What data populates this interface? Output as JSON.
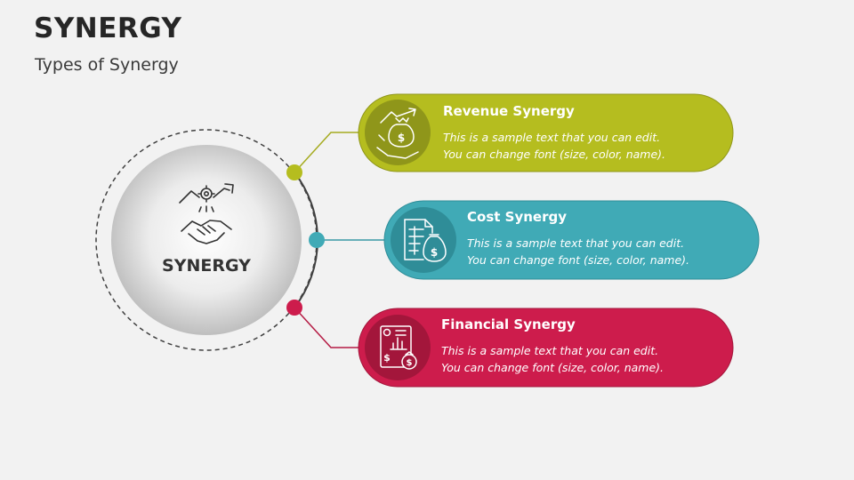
{
  "header": {
    "title": "SYNERGY",
    "subtitle": "Types of Synergy"
  },
  "center": {
    "label": "SYNERGY",
    "icon": "handshake-gear-growth-icon"
  },
  "cards": [
    {
      "heading": "Revenue Synergy",
      "line1": "This is a sample text that you can edit.",
      "line2": "You can change font (size, color, name).",
      "color": "#b5bd1f",
      "dark_color": "#8f961a",
      "icon": "money-bag-hand-growth-icon"
    },
    {
      "heading": "Cost Synergy",
      "line1": "This is a sample text that you can edit.",
      "line2": "You can change font (size, color, name).",
      "color": "#40aab6",
      "dark_color": "#2f8d98",
      "icon": "spreadsheet-money-bag-icon"
    },
    {
      "heading": "Financial Synergy",
      "line1": "This is a sample text that you can edit.",
      "line2": "You can change font (size, color, name).",
      "color": "#cd1c4c",
      "dark_color": "#a3163b",
      "icon": "financial-report-money-bag-icon"
    }
  ]
}
